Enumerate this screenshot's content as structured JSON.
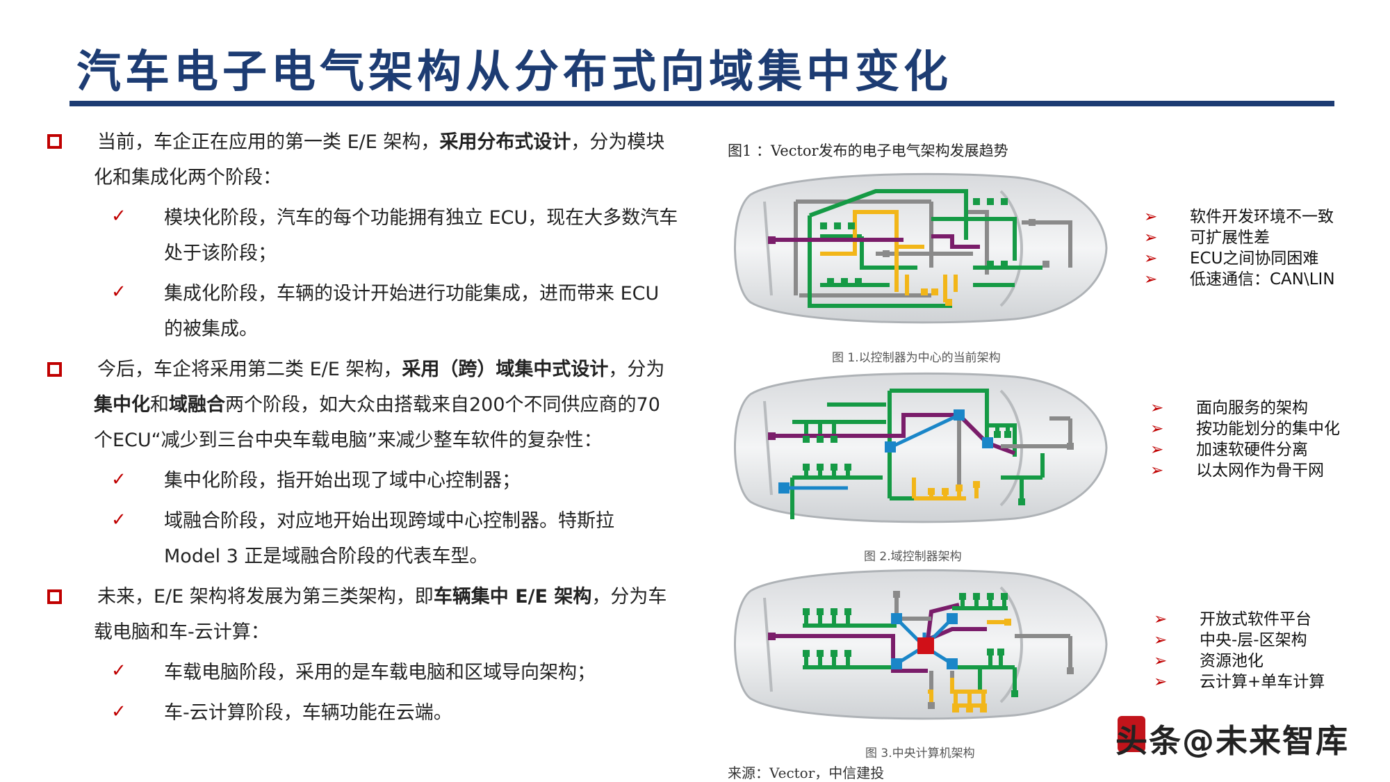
{
  "title": "汽车电子电气架构从分布式向域集中变化",
  "left": {
    "p1": {
      "a": "当前，车企正在应用的第一类 E/E 架构，",
      "b": "采用分布式设计",
      "c": "，分为模块",
      "line2": "化和集成化两个阶段："
    },
    "p1_c1": {
      "l1": "模块化阶段，汽车的每个功能拥有独立 ECU，现在大多数汽车",
      "l2": "处于该阶段；"
    },
    "p1_c2": {
      "l1": "集成化阶段，车辆的设计开始进行功能集成，进而带来 ECU",
      "l2": "的被集成。"
    },
    "p2": {
      "a": "今后，车企将采用第二类 E/E 架构，",
      "b": "采用（跨）域集中式设计",
      "c": "，分为",
      "l2a": "集中化",
      "l2b": "和",
      "l2c": "域融合",
      "l2d": "两个阶段，如大众由搭载来自200个不同供应商的70",
      "l3": "个ECU“减少到三台中央车载电脑”来减少整车软件的复杂性："
    },
    "p2_c1": {
      "l1": "集中化阶段，指开始出现了域中心控制器；"
    },
    "p2_c2": {
      "l1": "域融合阶段，对应地开始出现跨域中心控制器。特斯拉",
      "l2": "Model 3 正是域融合阶段的代表车型。"
    },
    "p3": {
      "a": "未来，E/E 架构将发展为第三类架构，即",
      "b": "车辆集中 E/E 架构",
      "c": "，分为车",
      "line2": "载电脑和车-云计算："
    },
    "p3_c1": {
      "l1": "车载电脑阶段，采用的是车载电脑和区域导向架构；"
    },
    "p3_c2": {
      "l1": "车-云计算阶段，车辆功能在云端。"
    },
    "check": "✓"
  },
  "figure": {
    "caption": "图1 ：Vector发布的电子电气架构发展趋势",
    "sub1": "图 1.以控制器为中心的当前架构",
    "sub2": "图 2.域控制器架构",
    "sub3": "图 3.中央计算机架构",
    "source": "来源：Vector，中信建投"
  },
  "features": {
    "arrow": "➢",
    "g1": [
      "软件开发环境不一致",
      "可扩展性差",
      "ECU之间协同困难",
      "低速通信：CAN\\LIN"
    ],
    "g2": [
      "面向服务的架构",
      "按功能划分的集中化",
      "加速软硬件分离",
      "以太网作为骨干网"
    ],
    "g3": [
      "开放式软件平台",
      "中央-层-区架构",
      "资源池化",
      "云计算+单车计算"
    ]
  },
  "watermark": "头条@未来智库",
  "colors": {
    "title": "#1d3c73",
    "bullet": "#c00000",
    "green": "#159a45",
    "yellow": "#f2b619",
    "purple": "#7a1d6a",
    "gray": "#8a8a8a",
    "blue": "#1a86c8",
    "red": "#d01018"
  }
}
